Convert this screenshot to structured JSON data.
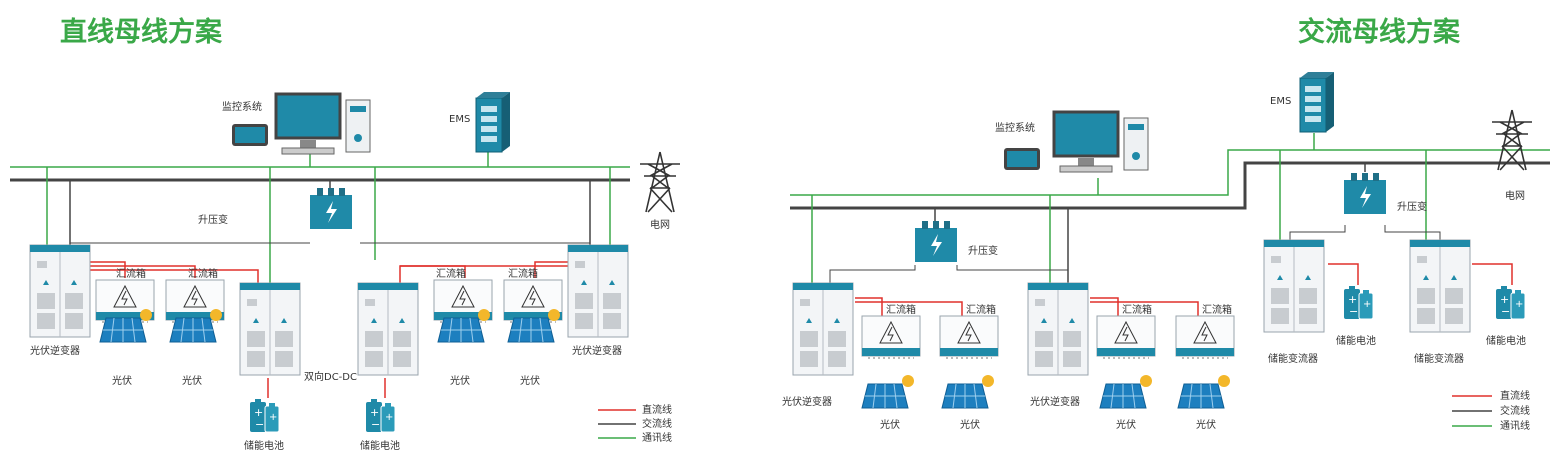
{
  "titles": {
    "left": "直线母线方案",
    "right": "交流母线方案"
  },
  "left": {
    "monitor": "监控系统",
    "ems": "EMS",
    "transformer": "升压变",
    "grid": "电网",
    "inverter_left": "光伏逆变器",
    "inverter_right": "光伏逆变器",
    "combiner_1": "汇流箱",
    "combiner_2": "汇流箱",
    "combiner_3": "汇流箱",
    "combiner_4": "汇流箱",
    "pv_1": "光伏",
    "pv_2": "光伏",
    "pv_3": "光伏",
    "pv_4": "光伏",
    "dcdc": "双向DC-DC",
    "battery_1": "储能电池",
    "battery_2": "储能电池",
    "legend": {
      "dc": "直流线",
      "ac": "交流线",
      "comm": "通讯线"
    }
  },
  "right": {
    "monitor": "监控系统",
    "ems": "EMS",
    "transformer_left": "升压变",
    "transformer_right": "升压变",
    "grid": "电网",
    "inverter_1": "光伏逆变器",
    "inverter_2": "光伏逆变器",
    "combiner_1": "汇流箱",
    "combiner_2": "汇流箱",
    "combiner_3": "汇流箱",
    "combiner_4": "汇流箱",
    "pv_1": "光伏",
    "pv_2": "光伏",
    "pv_3": "光伏",
    "pv_4": "光伏",
    "pcs_1": "储能变流器",
    "pcs_2": "储能变流器",
    "battery_1": "储能电池",
    "battery_2": "储能电池",
    "legend": {
      "dc": "直流线",
      "ac": "交流线",
      "comm": "通讯线"
    }
  },
  "colors": {
    "dc_line": "#e0302c",
    "ac_line": "#444444",
    "comm_line": "#3aa848",
    "teal": "#1f8aa8",
    "title_green": "#3aa848"
  }
}
